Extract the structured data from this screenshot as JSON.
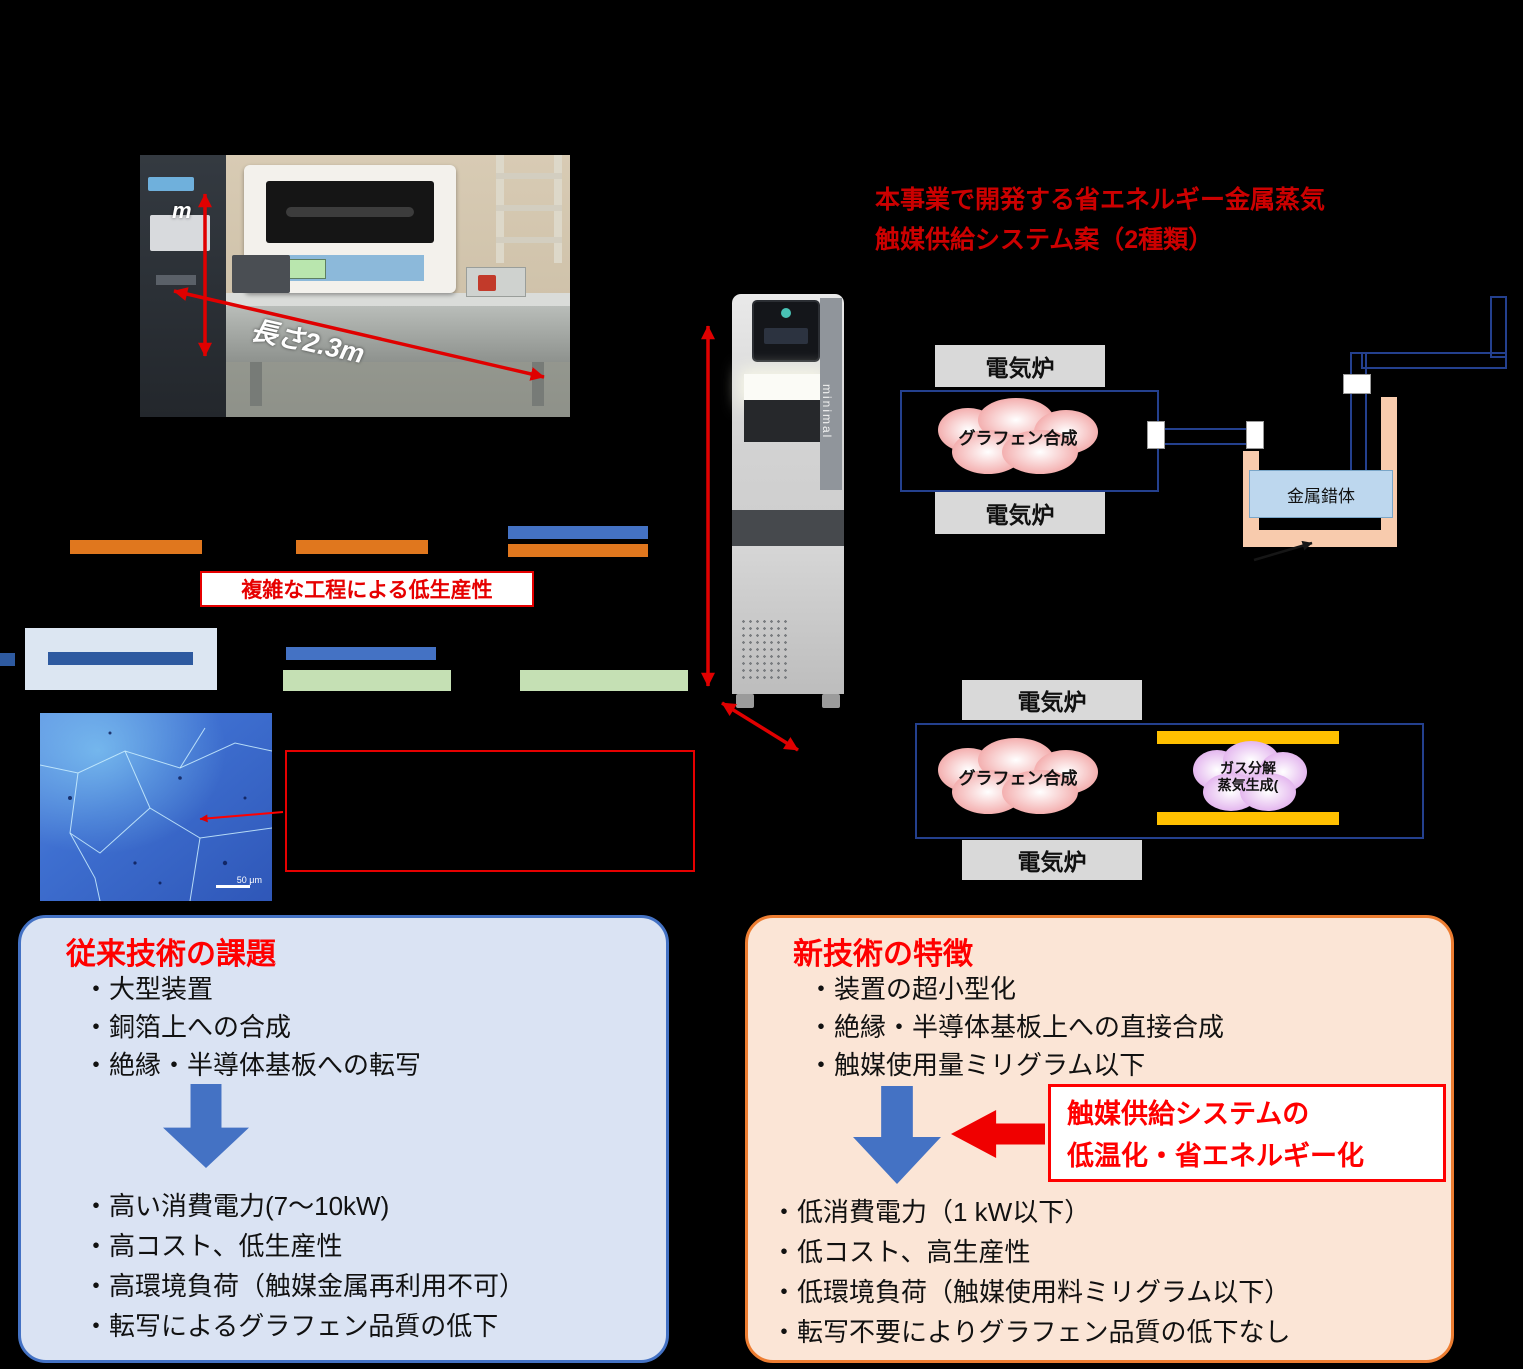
{
  "photo": {
    "length_label": "長さ2.3m",
    "height_label": "m"
  },
  "proposal": {
    "line1": "本事業で開発する省エネルギー金属蒸気",
    "line2": "触媒供給システム案（2種類）"
  },
  "machine": {
    "brand": "minimal"
  },
  "system1": {
    "furnace_top": "電気炉",
    "furnace_bottom": "電気炉",
    "synthesis_cloud": "グラフェン合成",
    "complex_label": "金属錯体"
  },
  "system2": {
    "furnace_top": "電気炉",
    "furnace_bottom": "電気炉",
    "synthesis_cloud": "グラフェン合成",
    "decompose_line1": "ガス分解",
    "decompose_line2": "蒸気生成("
  },
  "process": {
    "caption": "複雑な工程による低生産性"
  },
  "micrograph": {
    "scale_label": "50 μm"
  },
  "legacy": {
    "title": "従来技術の課題",
    "issues": [
      "・大型装置",
      "・銅箔上への合成",
      "・絶縁・半導体基板への転写"
    ],
    "results": [
      "・高い消費電力(7～10kW)",
      "・高コスト、低生産性",
      "・高環境負荷（触媒金属再利用不可）",
      "・転写によるグラフェン品質の低下"
    ]
  },
  "newtech": {
    "title": "新技術の特徴",
    "features": [
      "・装置の超小型化",
      "・絶縁・半導体基板上への直接合成",
      "・触媒使用量ミリグラム以下"
    ],
    "callout_line1": "触媒供給システムの",
    "callout_line2": "低温化・省エネルギー化",
    "results": [
      "・低消費電力（1 kW以下）",
      "・低コスト、高生産性",
      "・低環境負荷（触媒使用料ミリグラム以下）",
      "・転写不要によりグラフェン品質の低下なし"
    ]
  },
  "colors": {
    "accent_red": "#e00000",
    "blue": "#4472c4",
    "orange": "#ed7d31",
    "panel_blue_fill": "#dae3f3",
    "panel_orange_fill": "#fbe5d6",
    "furnace_gray": "#d9d9d9",
    "tube_blue": "#24408e",
    "yellow": "#ffc000",
    "green_bar": "#c5e0b4",
    "peach": "#f8cbad",
    "complex_blue": "#bdd7ee"
  }
}
